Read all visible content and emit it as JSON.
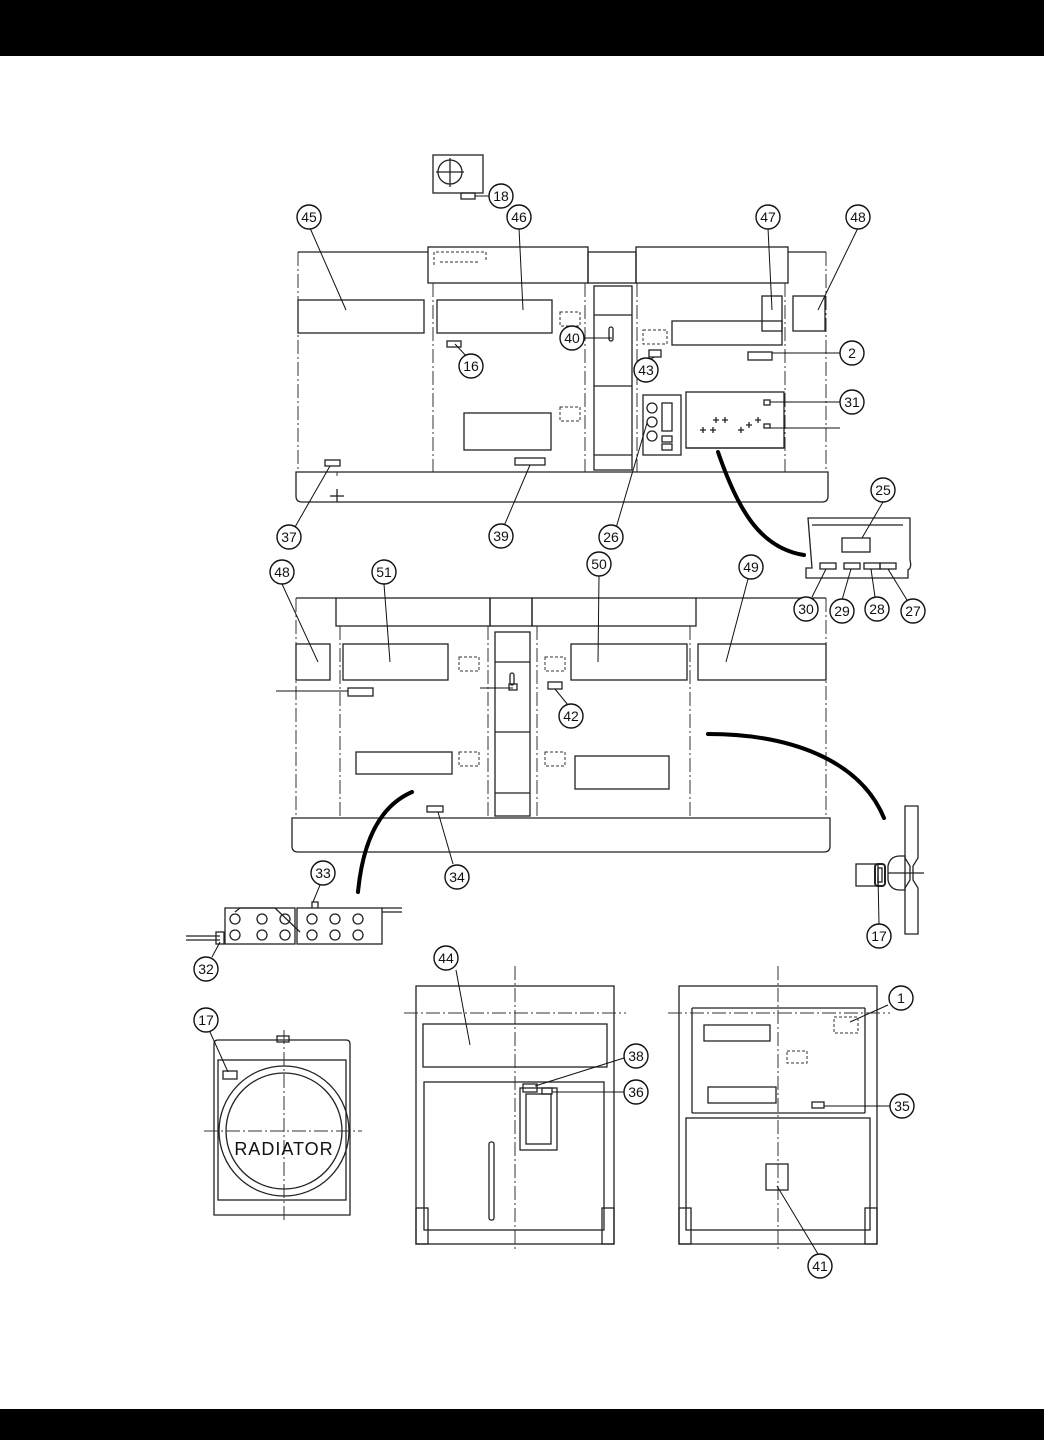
{
  "document": {
    "radiator_label": "RADIATOR",
    "callouts": [
      "18",
      "45",
      "46",
      "47",
      "48",
      "40",
      "2",
      "16",
      "43",
      "31",
      "37",
      "39",
      "26",
      "25",
      "30",
      "29",
      "28",
      "27",
      "48",
      "51",
      "50",
      "49",
      "42",
      "34",
      "33",
      "32",
      "17",
      "17",
      "44",
      "38",
      "36",
      "1",
      "35",
      "41"
    ]
  }
}
